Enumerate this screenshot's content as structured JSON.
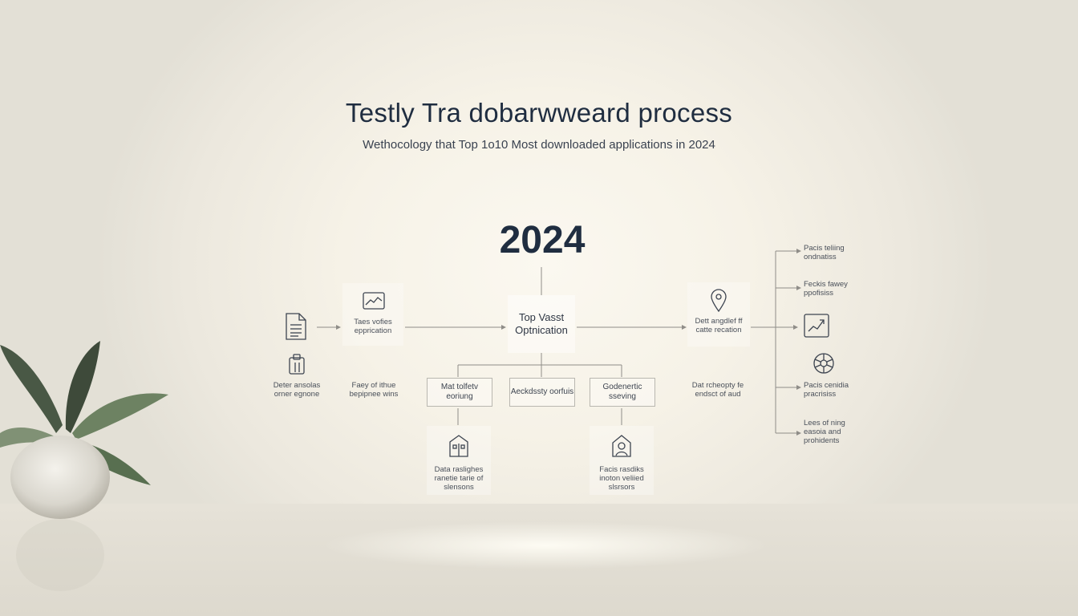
{
  "title": "Testly Tra dobarwweard process",
  "subtitle": "Wethocology that Top 1o10 Most downloaded applications in 2024",
  "year": "2024",
  "center_box": "Top Vasst Optnication",
  "left": {
    "tile_label": "Taes vofies epprication",
    "doc_label": "Deter ansolas orner egnone",
    "mid_label": "Faey of ithue bepipnee wins"
  },
  "middle_row": [
    "Mat tolfetv eoriung",
    "Aeckdssty oorfuis",
    "Godenertic sseving"
  ],
  "bottom": [
    "Data raslighes ranetie tarie of slensons",
    "Facis rasdiks inoton veliied slsrsors"
  ],
  "right_col": {
    "pin_label": "Dett angdlef ff catte recation",
    "low_label": "Dat rcheopty fe endsct of aud"
  },
  "far_right": [
    "Pacis teliing ondnatiss",
    "Feckis fawey ppofisiss",
    "Pacis cenidia pracrisiss",
    "Lees of ning easoia and prohidents"
  ],
  "icons": [
    "document-icon",
    "chart-window-icon",
    "clipboard-icon",
    "map-pin-icon",
    "trend-chart-icon",
    "aperture-icon",
    "building-icon",
    "shield-person-icon"
  ],
  "colors": {
    "heading": "#1f2d40",
    "line": "#8f8d88",
    "box_border": "#b9b7b0"
  }
}
